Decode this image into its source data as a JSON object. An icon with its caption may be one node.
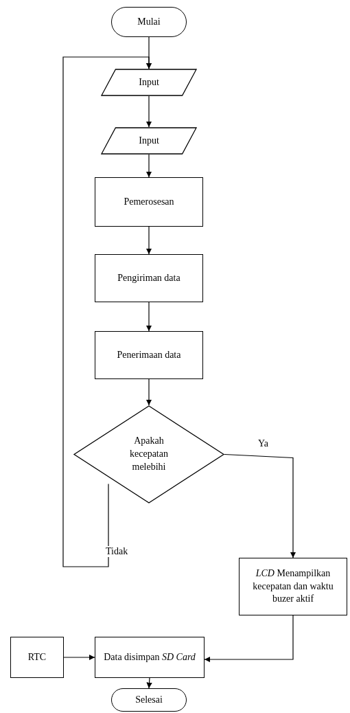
{
  "diagram": {
    "nodes": [
      {
        "text": [
          "Mulai"
        ]
      },
      {
        "text": [
          "Input"
        ]
      },
      {
        "text": [
          "Input"
        ]
      },
      {
        "text": [
          "Pemerosesan"
        ]
      },
      {
        "text": [
          "Pengiriman data"
        ]
      },
      {
        "text": [
          "Penerimaan data"
        ]
      },
      {
        "text": [
          "Apakah kecepatan melebihi"
        ]
      },
      {
        "text": [
          "*LCD* Menampilkan kecepatan dan waktu buzer aktif"
        ]
      },
      {
        "text": [
          "RTC"
        ]
      },
      {
        "text": [
          "Data disimpan *SD Card*"
        ]
      },
      {
        "text": [
          "Selesai"
        ]
      }
    ],
    "edges": [
      {
        "from": 0,
        "to": 1,
        "arrow": "to"
      },
      {
        "from": 1,
        "to": 2,
        "arrow": "to"
      },
      {
        "from": 2,
        "to": 3,
        "arrow": "to"
      },
      {
        "from": 3,
        "to": 4,
        "arrow": "to"
      },
      {
        "from": 4,
        "to": 5,
        "arrow": "to"
      },
      {
        "from": 5,
        "to": 6,
        "arrow": "to"
      },
      {
        "from": 6,
        "to": 7,
        "arrow": "to",
        "label": "Ya"
      },
      {
        "from": 6,
        "to": 1,
        "arrow": "to",
        "label": "Tidak"
      },
      {
        "from": 7,
        "to": 9,
        "arrow": "to"
      },
      {
        "from": 8,
        "to": 9,
        "arrow": "to"
      },
      {
        "from": 9,
        "to": 10,
        "arrow": "to"
      }
    ]
  }
}
